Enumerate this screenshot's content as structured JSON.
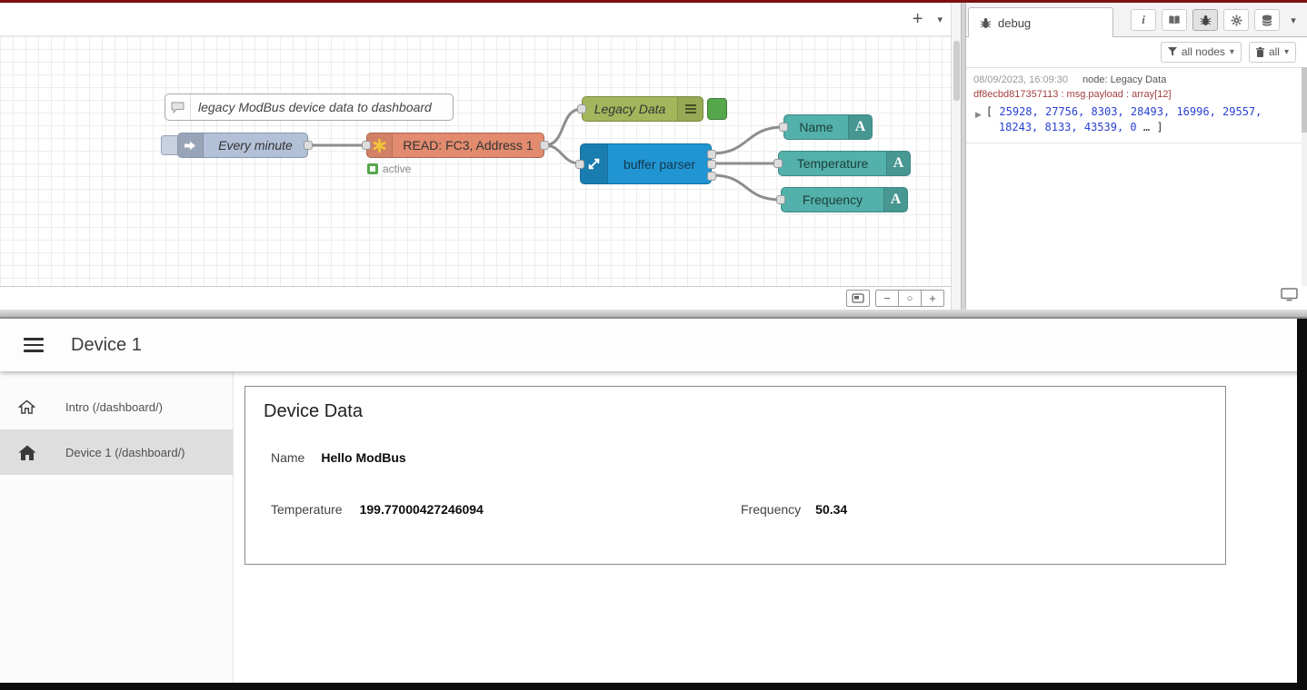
{
  "colors": {
    "top_bar": "#7a1010",
    "inject_node": "#b3c1d8",
    "modbus_node": "#e28b6e",
    "debug_node": "#a3b65c",
    "buffer_node": "#2095d2",
    "ui_node": "#53b0ab",
    "status_active": "#56a64b",
    "debug_number": "#2940d3",
    "debug_meta": "#a43f3f",
    "selected_nav_bg": "#dedede"
  },
  "editor": {
    "tabbar": {
      "add_button": "+",
      "menu_caret": "▾"
    },
    "nodes": {
      "comment": {
        "label": "legacy ModBus device data to dashboard"
      },
      "inject": {
        "label": "Every minute"
      },
      "modbus": {
        "label": "READ: FC3, Address 1",
        "status": "active"
      },
      "debug": {
        "label": "Legacy Data"
      },
      "buffer": {
        "label": "buffer parser"
      },
      "ui_name": {
        "label": "Name"
      },
      "ui_temperature": {
        "label": "Temperature"
      },
      "ui_frequency": {
        "label": "Frequency"
      },
      "ui_icon_letter": "A"
    },
    "footer": {
      "zoom_out": "−",
      "zoom_reset": "○",
      "zoom_in": "+"
    },
    "sidebar": {
      "tab_label": "debug",
      "info_icon_label": "i",
      "filter_label": "all nodes",
      "clear_label": "all",
      "caret": "▾",
      "message": {
        "timestamp": "08/09/2023, 16:09:30",
        "node": "node: Legacy Data",
        "meta": "df8ecbd817357113 : msg.payload : array[12]",
        "expand": "▶",
        "open": "[",
        "line1": "25928, 27756, 8303, 28493, 16996, 29557,",
        "line2": "18243, 8133, 43539, 0",
        "close": "… ]"
      }
    }
  },
  "dashboard": {
    "title": "Device 1",
    "nav": [
      {
        "label": "Intro (/dashboard/)"
      },
      {
        "label": "Device 1 (/dashboard/)"
      }
    ],
    "card": {
      "title": "Device Data",
      "name_label": "Name",
      "name_value": "Hello ModBus",
      "temperature_label": "Temperature",
      "temperature_value": "199.77000427246094",
      "frequency_label": "Frequency",
      "frequency_value": "50.34"
    }
  }
}
